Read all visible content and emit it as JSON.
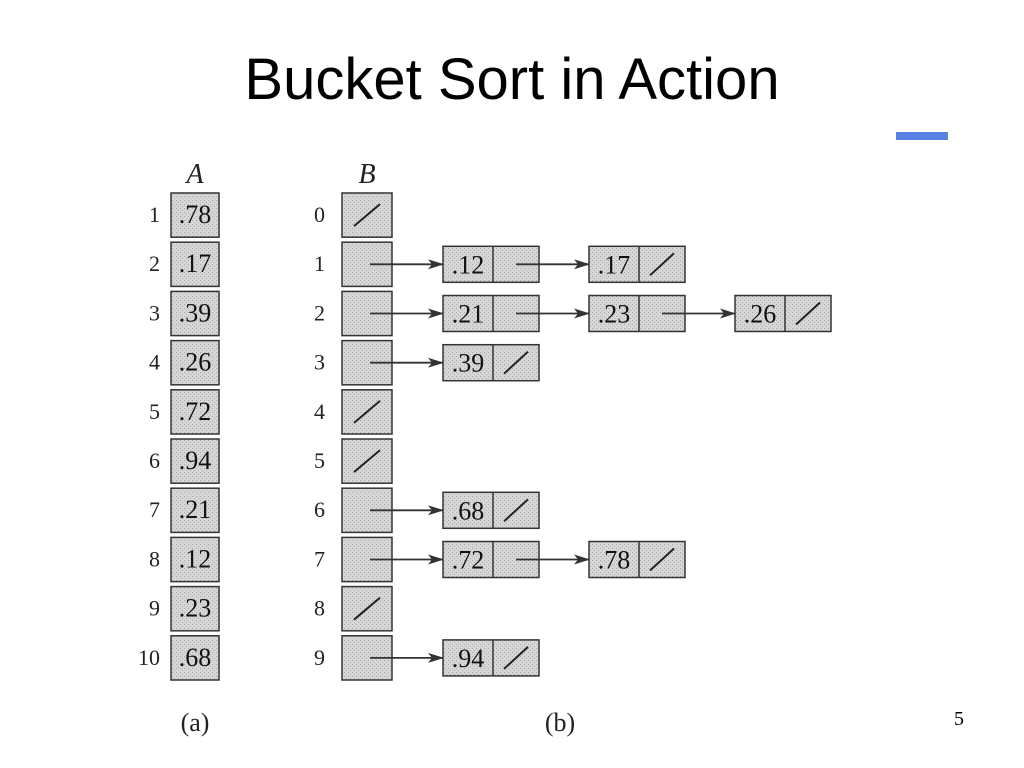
{
  "slide": {
    "title": "Bucket Sort in Action",
    "page_number": "5",
    "accent_color": "#5b7fe0"
  },
  "diagram": {
    "array_a": {
      "label": "A",
      "indices": [
        "1",
        "2",
        "3",
        "4",
        "5",
        "6",
        "7",
        "8",
        "9",
        "10"
      ],
      "values": [
        ".78",
        ".17",
        ".39",
        ".26",
        ".72",
        ".94",
        ".21",
        ".12",
        ".23",
        ".68"
      ]
    },
    "array_b": {
      "label": "B",
      "indices": [
        "0",
        "1",
        "2",
        "3",
        "4",
        "5",
        "6",
        "7",
        "8",
        "9"
      ],
      "buckets": [
        [],
        [
          ".12",
          ".17"
        ],
        [
          ".21",
          ".23",
          ".26"
        ],
        [
          ".39"
        ],
        [],
        [],
        [
          ".68"
        ],
        [
          ".72",
          ".78"
        ],
        [],
        [
          ".94"
        ]
      ]
    },
    "captions": {
      "a": "(a)",
      "b": "(b)"
    },
    "cell_fill": "#d4d4d4"
  }
}
